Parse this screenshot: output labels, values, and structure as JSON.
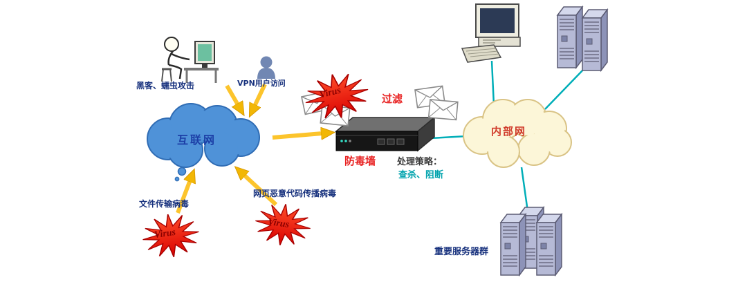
{
  "diagram": {
    "type": "network-security-topology",
    "labels": {
      "hacker_attack": "黑客、蠕虫攻击",
      "vpn_access": "VPN用户访问",
      "internet": "互联网",
      "virus": "Virus",
      "filter": "过滤",
      "firewall": "防毒墙",
      "policy_title": "处理策略：",
      "policy_actions": "查杀、阻断",
      "intranet": "内部网",
      "server_group": "重要服务器群",
      "file_virus": "文件传输病毒",
      "web_virus": "网页恶意代码传播病毒"
    },
    "colors": {
      "internet_cloud": "#4f92d8",
      "intranet_cloud": "#fcf6d8",
      "arrow_yellow": "#fcc42c",
      "link_teal": "#00aeb8",
      "virus_burst_red": "#e81300",
      "virus_text": "#8b0000",
      "label_navy": "#18327e",
      "label_red": "#e82020",
      "policy_teal": "#00a3ad"
    },
    "icons": [
      "hacker-at-computer-icon",
      "vpn-user-icon",
      "email-envelope-icon",
      "virus-burst-icon",
      "firewall-appliance-icon",
      "desktop-pc-icon",
      "server-tower-icon"
    ]
  }
}
